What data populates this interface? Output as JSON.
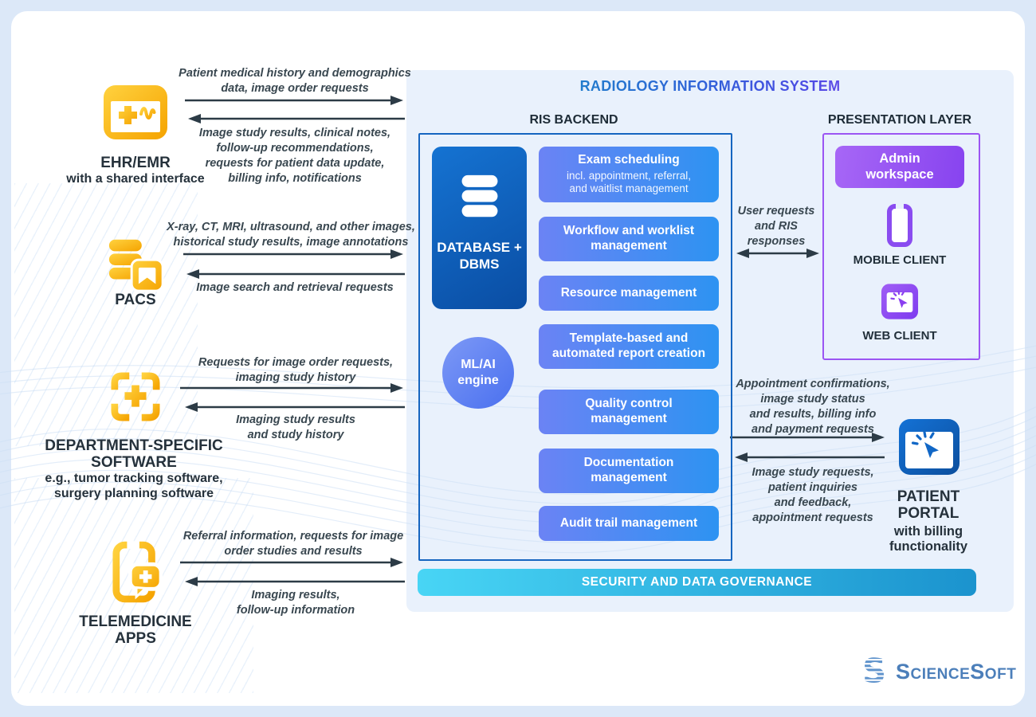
{
  "title": "RADIOLOGY INFORMATION SYSTEM",
  "backend": {
    "label": "RIS BACKEND",
    "database_label": "DATABASE +\nDBMS",
    "ml_label": "ML/AI\nengine",
    "modules": [
      {
        "title": "Exam scheduling",
        "subtitle": "incl. appointment, referral,\nand waitlist management"
      },
      {
        "title": "Workflow and worklist\nmanagement"
      },
      {
        "title": "Resource management"
      },
      {
        "title": "Template-based and\nautomated report creation"
      },
      {
        "title": "Quality control\nmanagement"
      },
      {
        "title": "Documentation\nmanagement"
      },
      {
        "title": "Audit trail management"
      }
    ]
  },
  "presentation": {
    "label": "PRESENTATION LAYER",
    "admin_label": "Admin\nworkspace",
    "mobile_label": "MOBILE CLIENT",
    "web_label": "WEB CLIENT"
  },
  "bridge": {
    "label": "User requests\nand RIS\nresponses"
  },
  "security": {
    "label": "SECURITY AND DATA GOVERNANCE"
  },
  "ehr": {
    "name": "EHR/EMR",
    "subname": "with a shared interface",
    "to_ris": "Patient medical history and demographics\ndata, image order requests",
    "from_ris": "Image study results, clinical notes,\nfollow-up recommendations,\nrequests for patient data update,\nbilling info, notifications"
  },
  "pacs": {
    "name": "PACS",
    "to_ris": "X-ray, CT, MRI, ultrasound, and other images,\nhistorical study results, image annotations",
    "from_ris": "Image search and retrieval requests"
  },
  "dept": {
    "name": "DEPARTMENT-SPECIFIC\nSOFTWARE",
    "subname": "e.g., tumor tracking software,\nsurgery planning software",
    "to_ris": "Requests for image order requests,\nimaging study history",
    "from_ris": "Imaging study results\nand study history"
  },
  "tele": {
    "name": "TELEMEDICINE\nAPPS",
    "to_ris": "Referral information, requests for image\norder studies and results",
    "from_ris": "Imaging results,\nfollow-up information"
  },
  "portal": {
    "name": "PATIENT\nPORTAL",
    "subname": "with billing\nfunctionality",
    "from_ris": "Appointment confirmations,\nimage study status\nand results, billing info\nand payment requests",
    "to_ris": "Image study requests,\npatient inquiries\nand feedback,\nappointment requests"
  },
  "logo": {
    "text": "ScienceSoft"
  },
  "icons": {
    "ehr": "medical-record-icon",
    "pacs": "image-database-icon",
    "dept": "medical-cross-scan-icon",
    "tele": "phone-chat-plus-icon",
    "database": "database-cylinder-icon",
    "mobile": "smartphone-icon",
    "web": "browser-click-icon",
    "portal": "browser-click-icon",
    "logo": "striped-s-icon"
  },
  "colors": {
    "panel": "#e9f1fc",
    "ris_border": "#1565c0",
    "presentation_border": "#9b55f3",
    "module_gradient": [
      "#6b83f4",
      "#2d93f2"
    ],
    "database_gradient": [
      "#1573d2",
      "#0a4da3"
    ],
    "admin_gradient": [
      "#a767f6",
      "#8743ef"
    ],
    "security_gradient": [
      "#48d5f5",
      "#1b93ce"
    ],
    "yellow_gradient": [
      "#ffd23f",
      "#f5a300"
    ],
    "arrow": "#2c3b46",
    "title_gradient": [
      "#1b8ac6",
      "#2f63d8",
      "#9b4ff0"
    ]
  }
}
